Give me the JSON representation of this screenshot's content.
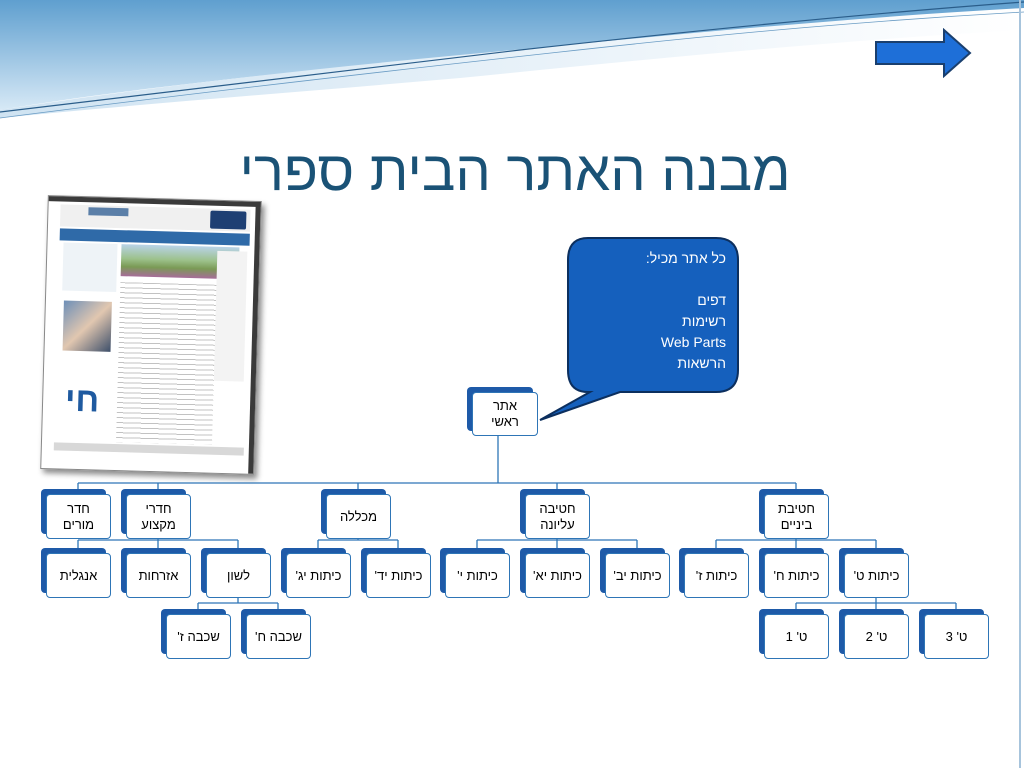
{
  "slide": {
    "title": "מבנה האתר הבית ספרי",
    "thumbnail_text": "חי",
    "callout": {
      "heading": "כל אתר מכיל:",
      "items": [
        "דפים",
        "רשימות",
        "Web Parts",
        "הרשאות"
      ]
    },
    "next_arrow_icon": "arrow-right-icon"
  },
  "org_chart": {
    "root": {
      "line1": "אתר",
      "line2": "ראשי"
    },
    "level1": [
      {
        "id": "teachers-room",
        "line1": "חדר",
        "line2": "מורים"
      },
      {
        "id": "subject-rooms",
        "line1": "חדרי",
        "line2": "מקצוע"
      },
      {
        "id": "college",
        "line1": "מכללה",
        "line2": ""
      },
      {
        "id": "high-school",
        "line1": "חטיבה",
        "line2": "עליונה"
      },
      {
        "id": "middle-school",
        "line1": "חטיבת",
        "line2": "ביניים"
      }
    ],
    "level2": [
      {
        "id": "english",
        "label": "אנגלית"
      },
      {
        "id": "civics",
        "label": "אזרחות"
      },
      {
        "id": "language",
        "label": "לשון"
      },
      {
        "id": "grade-13",
        "label": "כיתות יג'"
      },
      {
        "id": "grade-14",
        "label": "כיתות יד'"
      },
      {
        "id": "grade-10",
        "label": "כיתות י'"
      },
      {
        "id": "grade-11",
        "label": "כיתות יא'"
      },
      {
        "id": "grade-12",
        "label": "כיתות יב'"
      },
      {
        "id": "grade-7",
        "label": "כיתות ז'"
      },
      {
        "id": "grade-8",
        "label": "כיתות ח'"
      },
      {
        "id": "grade-9",
        "label": "כיתות ט'"
      }
    ],
    "level3": [
      {
        "id": "layer-7",
        "label": "שכבה ז'"
      },
      {
        "id": "layer-8",
        "label": "שכבה ח'"
      },
      {
        "id": "class-9-1",
        "label": "ט' 1"
      },
      {
        "id": "class-9-2",
        "label": "ט' 2"
      },
      {
        "id": "class-9-3",
        "label": "ט' 3"
      }
    ]
  },
  "colors": {
    "title": "#1a5276",
    "box_shadow": "#1e5aa8",
    "box_border": "#2e75b6",
    "callout_fill": "#1560bd",
    "arrow_fill": "#1e6fd8",
    "connector": "#2e75b6"
  }
}
